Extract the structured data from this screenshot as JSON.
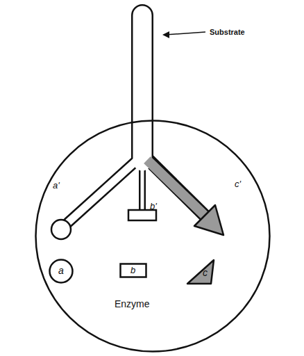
{
  "diagram": {
    "nodes": [
      {
        "text": [
          "Enzyme"
        ]
      },
      {
        "text": [
          "a"
        ],
        "in": 0
      },
      {
        "text": [
          "b"
        ],
        "in": 0
      },
      {
        "text": [
          "c"
        ],
        "in": 0
      }
    ],
    "labels": [
      "Substrate",
      "a'",
      "b'",
      "c'"
    ]
  }
}
